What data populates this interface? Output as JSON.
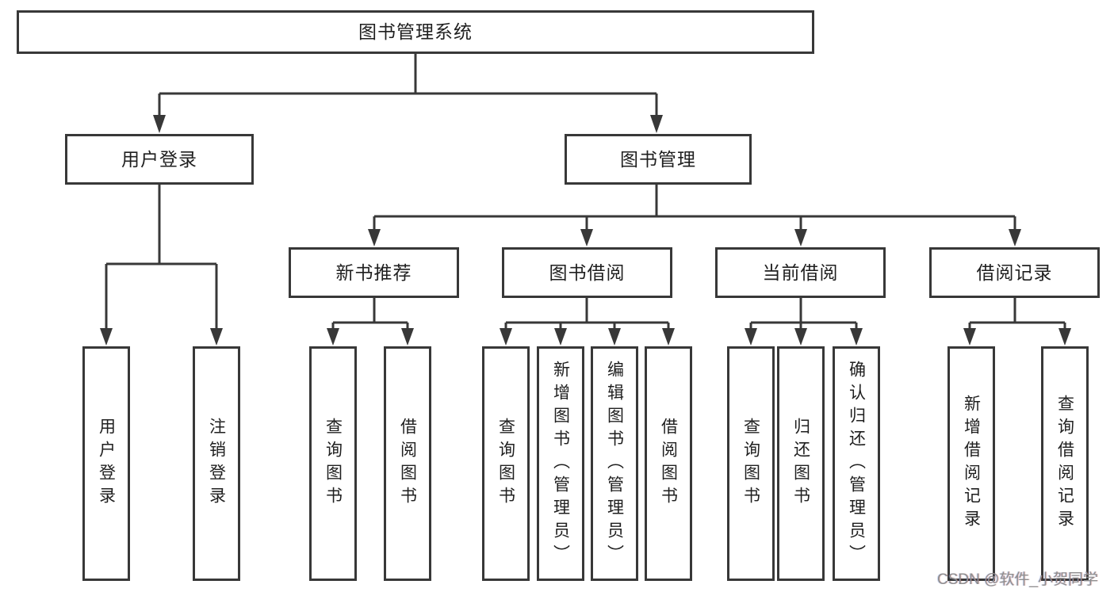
{
  "tree": {
    "root": {
      "label": "图书管理系统",
      "children": [
        {
          "label": "用户登录",
          "children": [
            {
              "label": "用户登录"
            },
            {
              "label": "注销登录"
            }
          ]
        },
        {
          "label": "图书管理",
          "children": [
            {
              "label": "新书推荐",
              "children": [
                {
                  "label": "查询图书"
                },
                {
                  "label": "借阅图书"
                }
              ]
            },
            {
              "label": "图书借阅",
              "children": [
                {
                  "label": "查询图书"
                },
                {
                  "label": "新增图书（管理员）"
                },
                {
                  "label": "编辑图书（管理员）"
                },
                {
                  "label": "借阅图书"
                }
              ]
            },
            {
              "label": "当前借阅",
              "children": [
                {
                  "label": "查询图书"
                },
                {
                  "label": "归还图书"
                },
                {
                  "label": "确认归还（管理员）"
                }
              ]
            },
            {
              "label": "借阅记录",
              "children": [
                {
                  "label": "新增借阅记录"
                },
                {
                  "label": "查询借阅记录"
                }
              ]
            }
          ]
        }
      ]
    }
  },
  "watermark": {
    "text": "CSDN @软件_小贺同学"
  },
  "colors": {
    "line": "#383838",
    "text": "#1f1f1f",
    "watermark": "#8f8f8f",
    "background": "#ffffff"
  }
}
